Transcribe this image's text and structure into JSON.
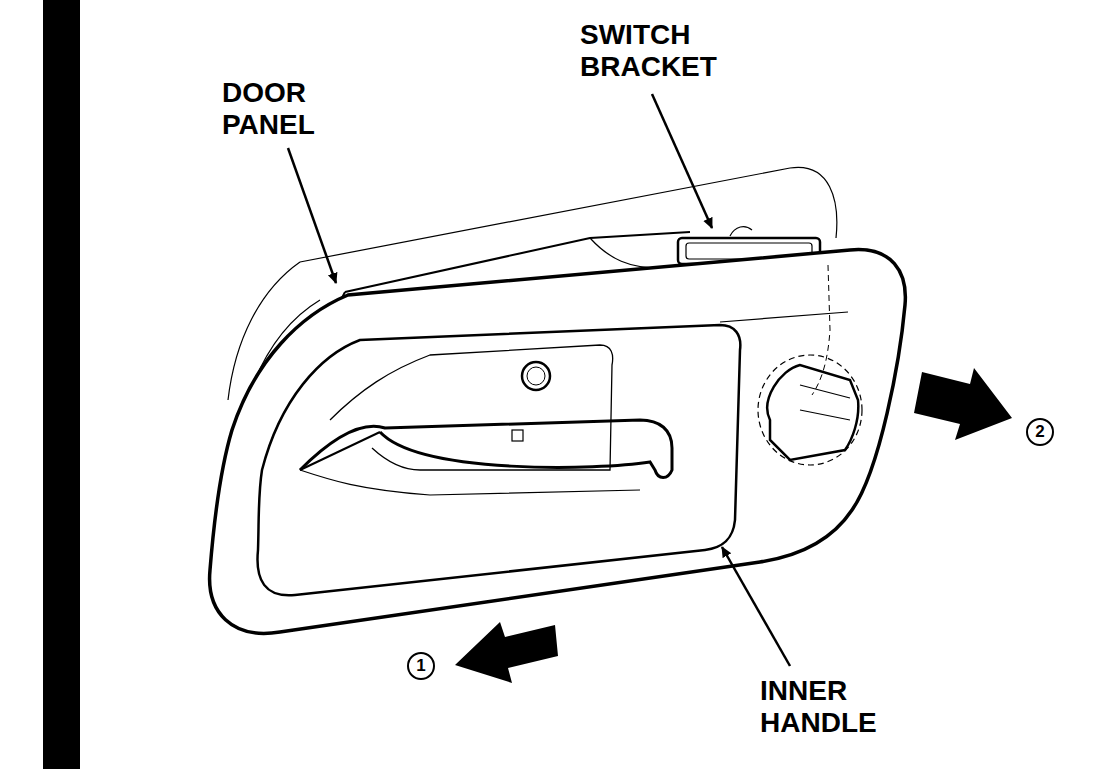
{
  "diagram": {
    "labels": [
      "DOOR PANEL",
      "SWITCH BRACKET",
      "INNER HANDLE",
      "1",
      "2"
    ]
  }
}
